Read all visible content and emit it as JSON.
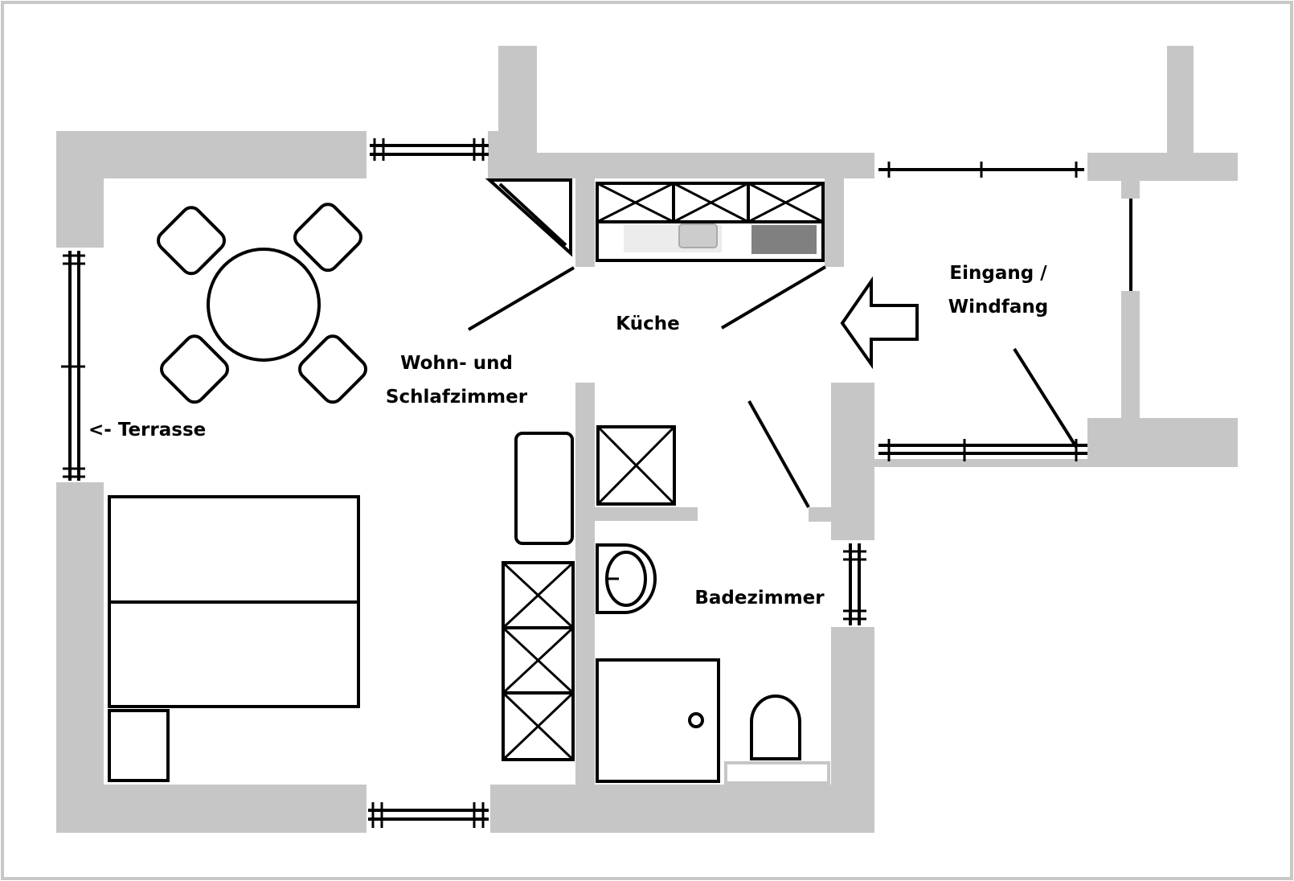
{
  "rooms": {
    "living": {
      "line1": "Wohn- und",
      "line2": "Schlafzimmer"
    },
    "kitchen": {
      "label": "Küche"
    },
    "entrance": {
      "line1": "Eingang /",
      "line2": "Windfang"
    },
    "bathroom": {
      "label": "Badezimmer"
    },
    "terrace": {
      "label": "<- Terrasse"
    }
  },
  "colors": {
    "wall": "#c6c6c6",
    "line": "#000000",
    "sink": "#cccccc",
    "stove": "#808080",
    "frame": "#c8c8c8"
  }
}
